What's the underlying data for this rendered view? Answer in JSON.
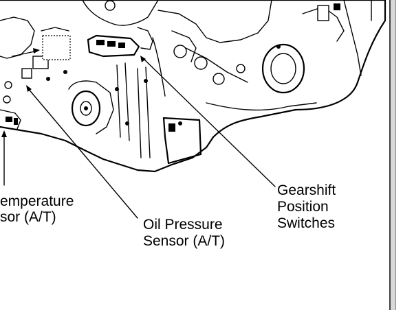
{
  "labels": {
    "temp_sensor_line1": "emperature",
    "temp_sensor_line2": "sor (A/T)",
    "oil_sensor_line1": "Oil Pressure",
    "oil_sensor_line2": "Sensor (A/T)",
    "gearshift_line1": "Gearshift",
    "gearshift_line2": "Position",
    "gearshift_line3": "Switches"
  }
}
